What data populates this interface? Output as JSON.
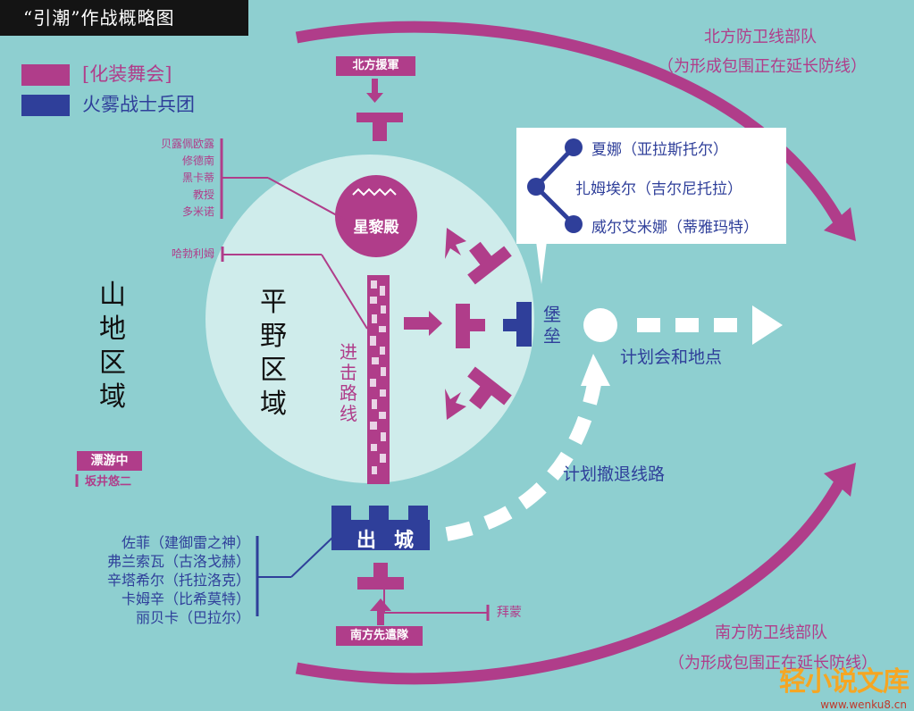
{
  "title": "“引潮”作战概略图",
  "legend": [
    {
      "label": "[化装舞会]",
      "color": "#b03d8a"
    },
    {
      "label": "火雾战士兵团",
      "color": "#2f3f9a"
    }
  ],
  "regions": {
    "mountain": "山地区域",
    "plain": "平野区域"
  },
  "route_label": "进击路线",
  "fort_label": "堡垒",
  "shrine": "星黎殿",
  "north_reinforcement": "北方援軍",
  "south_vanguard": "南方先遣隊",
  "sortie": [
    "出",
    "城"
  ],
  "north_line": [
    "北方防卫线部队",
    "（为形成包围正在延长防线）"
  ],
  "south_line": [
    "南方防卫线部队",
    "（为形成包围正在延长防线）"
  ],
  "rally_point": "计划会和地点",
  "retreat_route": "计划撤退线路",
  "shrine_members": [
    "贝露佩欧露",
    "修德南",
    "黑卡蒂",
    "教授",
    "多米诺"
  ],
  "harbin": "哈勃利姆",
  "drifting": {
    "tag": "漂游中",
    "name": "坂井悠二"
  },
  "sortie_members": [
    "佐菲（建御雷之神）",
    "弗兰索瓦（古洛戈赫）",
    "辛塔希尔（托拉洛克）",
    "卡姆辛（比希莫特）",
    "丽贝卡（巴拉尔）"
  ],
  "baimeng": "拜蒙",
  "callout_names": [
    "夏娜（亚拉斯托尔）",
    "扎姆埃尔（吉尔尼托拉）",
    "威尔艾米娜（蒂雅玛特）"
  ],
  "watermark": {
    "main": "轻小说文库",
    "sub": "www.wenku8.cn"
  },
  "colors": {
    "background": "#8ecfd0",
    "plain_zone": "#cfeceb",
    "masquerade": "#b03d8a",
    "flame_haze": "#2f3f9a"
  }
}
